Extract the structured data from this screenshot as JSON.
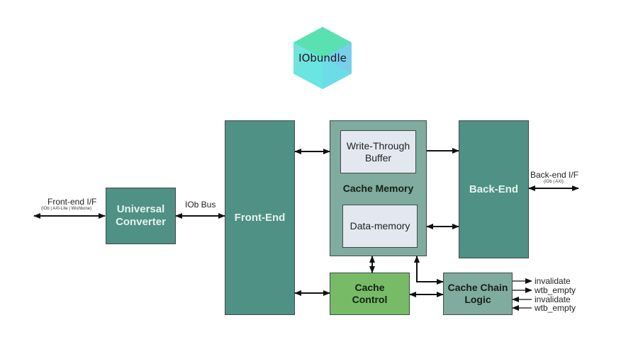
{
  "logo": {
    "text": "IObundle",
    "colors": [
      "#55e0a8",
      "#5fd8e8",
      "#7ad0f0"
    ]
  },
  "blocks": {
    "universal_converter": {
      "line1": "Universal",
      "line2": "Converter"
    },
    "front_end": {
      "label": "Front-End"
    },
    "cache_memory": {
      "label": "Cache Memory"
    },
    "write_through_buffer": {
      "line1": "Write-Through",
      "line2": "Buffer"
    },
    "data_memory": {
      "label": "Data-memory"
    },
    "back_end": {
      "label": "Back-End"
    },
    "cache_control": {
      "line1": "Cache",
      "line2": "Control"
    },
    "cache_chain_logic": {
      "line1": "Cache Chain",
      "line2": "Logic"
    }
  },
  "labels": {
    "front_end_if": "Front-end I/F",
    "front_end_if_sub": "(IOb | AXI-Lite | Wishbone)",
    "iob_bus": "IOb Bus",
    "back_end_if": "Back-end I/F",
    "back_end_if_sub": "(IOb | AXI)",
    "signals": [
      "invalidate",
      "wtb_empty",
      "invalidate",
      "wtb_empty"
    ]
  },
  "colors": {
    "dark_teal": "#4f9184",
    "light_teal": "#80ab9f",
    "green": "#77bb66",
    "inner": "#e3e8f0"
  }
}
